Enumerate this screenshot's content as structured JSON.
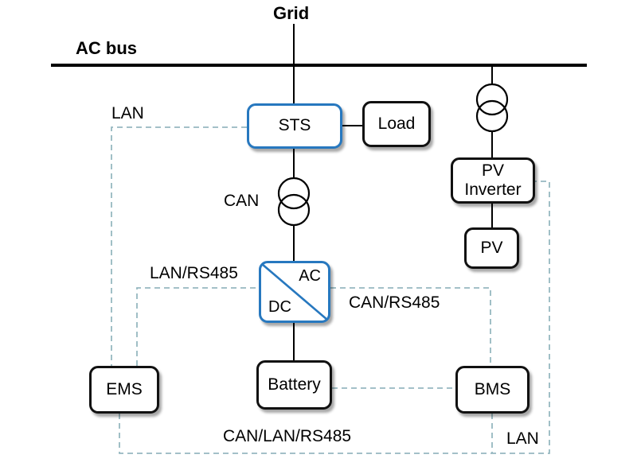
{
  "diagram": {
    "title_labels": {
      "grid": "Grid",
      "ac_bus": "AC bus"
    },
    "comm_labels": {
      "lan_top": "LAN",
      "can": "CAN",
      "lan_rs485": "LAN/RS485",
      "can_rs485": "CAN/RS485",
      "can_lan_rs485": "CAN/LAN/RS485",
      "lan_bottom": "LAN"
    },
    "nodes": {
      "sts": "STS",
      "load": "Load",
      "pv_inverter": "PV Inverter",
      "pv": "PV",
      "converter_ac": "AC",
      "converter_dc": "DC",
      "battery": "Battery",
      "ems": "EMS",
      "bms": "BMS"
    },
    "colors": {
      "accent_blue": "#2778bf",
      "box_border": "#111111",
      "power_line": "#000000",
      "comm_line": "#96b8c0"
    }
  }
}
